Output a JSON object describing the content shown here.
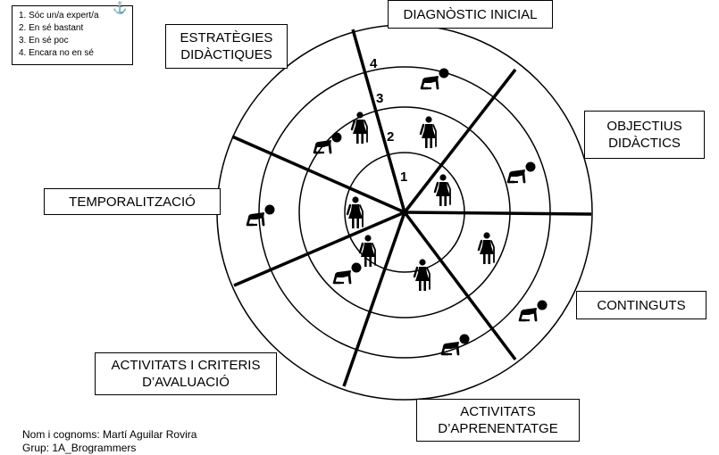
{
  "legend": {
    "items": [
      "1. Sóc un/a expert/a",
      "2. En sé bastant",
      "3. En sé poc",
      "4. Encara no en sé"
    ],
    "anchor_icon": "anchor-icon"
  },
  "rings": {
    "labels": [
      "1",
      "2",
      "3",
      "4"
    ]
  },
  "sections": {
    "diagnostic": "DIAGNÒSTIC INICIAL",
    "objectius": "OBJECTIUS\nDIDÀCTICS",
    "continguts": "CONTINGUTS",
    "activitats_aprenentatge": "ACTIVITATS\nD’APRENENTATGE",
    "activitats_criteris": "ACTIVITATS I CRITERIS\nD’AVALUACIÓ",
    "temporalitzacio": "TEMPORALITZACIÓ",
    "estrategies": "ESTRATÈGIES\nDIDÀCTIQUES"
  },
  "footer": {
    "name": "Nom i cognoms: Martí Aguilar Rovira",
    "group": "Grup: 1A_Brogrammers"
  },
  "icons": {
    "elder": "elderly-person-icon",
    "crawl": "crawling-baby-icon"
  },
  "colors": {
    "line": "#000000",
    "anchor": "#1f6fb5"
  }
}
